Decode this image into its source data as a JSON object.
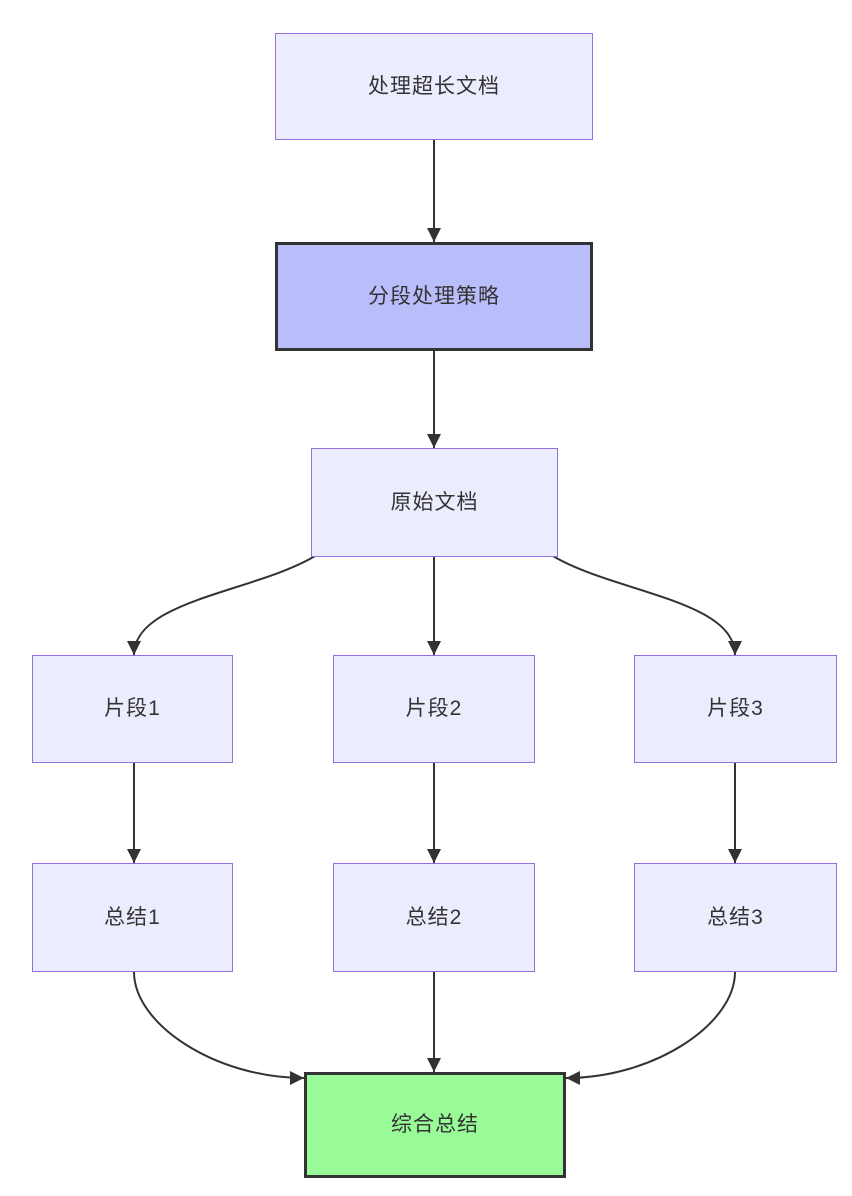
{
  "diagram": {
    "type": "flowchart",
    "direction": "top-down",
    "nodes": [
      {
        "id": "task",
        "label": "处理超长文档",
        "style": "default"
      },
      {
        "id": "strategy",
        "label": "分段处理策略",
        "style": "highlight"
      },
      {
        "id": "source",
        "label": "原始文档",
        "style": "default"
      },
      {
        "id": "frag1",
        "label": "片段1",
        "style": "default"
      },
      {
        "id": "frag2",
        "label": "片段2",
        "style": "default"
      },
      {
        "id": "frag3",
        "label": "片段3",
        "style": "default"
      },
      {
        "id": "sum1",
        "label": "总结1",
        "style": "default"
      },
      {
        "id": "sum2",
        "label": "总结2",
        "style": "default"
      },
      {
        "id": "sum3",
        "label": "总结3",
        "style": "default"
      },
      {
        "id": "final",
        "label": "综合总结",
        "style": "final"
      }
    ],
    "edges": [
      {
        "from": "处理超长文档",
        "to": "分段处理策略"
      },
      {
        "from": "分段处理策略",
        "to": "原始文档"
      },
      {
        "from": "原始文档",
        "to": "片段1"
      },
      {
        "from": "原始文档",
        "to": "片段2"
      },
      {
        "from": "原始文档",
        "to": "片段3"
      },
      {
        "from": "片段1",
        "to": "总结1"
      },
      {
        "from": "片段2",
        "to": "总结2"
      },
      {
        "from": "片段3",
        "to": "总结3"
      },
      {
        "from": "总结1",
        "to": "综合总结"
      },
      {
        "from": "总结2",
        "to": "综合总结"
      },
      {
        "from": "总结3",
        "to": "综合总结"
      }
    ],
    "colors": {
      "node_fill": "#ECECFF",
      "node_border": "#9370DB",
      "highlight_fill": "#B9BDF9",
      "final_fill": "#98FB98",
      "emphasis_border": "#333333",
      "edge": "#333333",
      "text": "#333333",
      "background": "#FFFFFF"
    }
  }
}
